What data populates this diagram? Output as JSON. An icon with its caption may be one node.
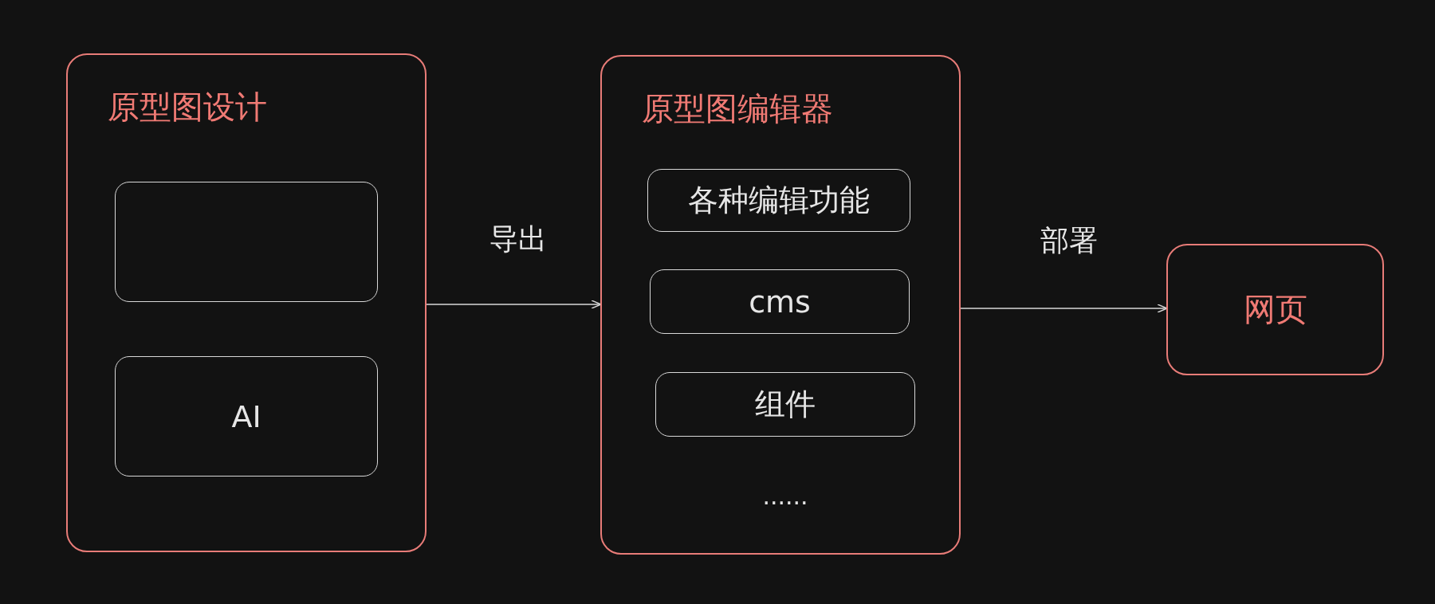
{
  "diagram": {
    "nodes": [
      {
        "text": [
          "原型图设计"
        ]
      },
      {
        "text": [],
        "shape": "box",
        "in": 0
      },
      {
        "text": [
          "AI"
        ],
        "in": 0
      },
      {
        "text": [
          "原型图编辑器"
        ]
      },
      {
        "text": [
          "各种编辑功能"
        ],
        "in": 3
      },
      {
        "text": [
          "cms"
        ],
        "in": 3
      },
      {
        "text": [
          "组件"
        ],
        "in": 3
      },
      {
        "text": [
          "网页"
        ]
      }
    ],
    "edges": [
      {
        "from": 0,
        "to": 3,
        "arrow": "to",
        "label": "导出"
      },
      {
        "from": 3,
        "to": 7,
        "arrow": "to",
        "label": "部署"
      }
    ],
    "labels": [
      "......"
    ]
  }
}
